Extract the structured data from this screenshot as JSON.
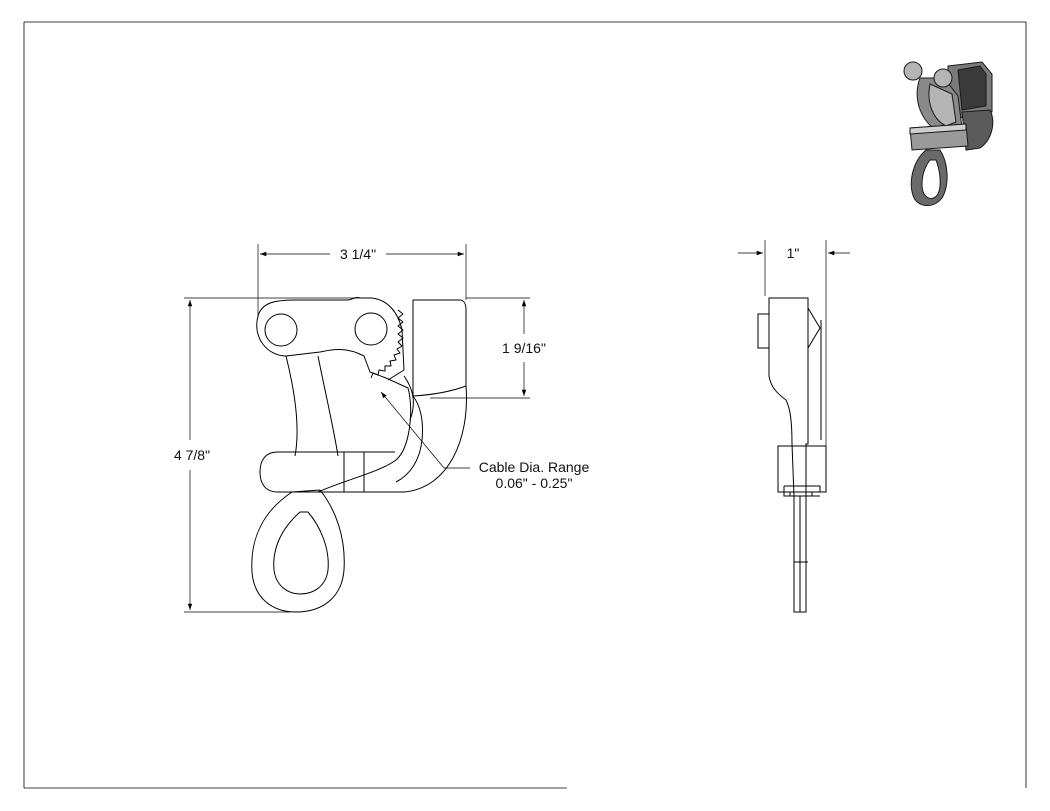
{
  "dimensions": {
    "width": "3 1/4\"",
    "height": "4 7/8\"",
    "jaw_height": "1 9/16\"",
    "thickness": "1\""
  },
  "callout": {
    "line1": "Cable Dia. Range",
    "line2": "0.06\" - 0.25\""
  },
  "icons": {
    "iso_view": "cable-grip-isometric-icon"
  },
  "colors": {
    "line": "#000000",
    "iso_dark": "#3a3a3a",
    "iso_mid": "#7a7a7a",
    "iso_light": "#b5b5b5"
  }
}
